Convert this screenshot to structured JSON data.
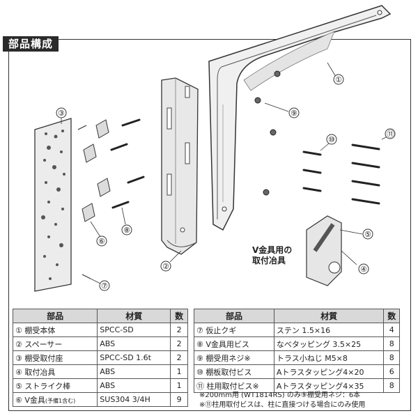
{
  "section_title": "部品構成",
  "callouts": [
    "①",
    "②",
    "③",
    "④",
    "⑤",
    "⑥",
    "⑦",
    "⑧",
    "⑨",
    "⑩",
    "⑪"
  ],
  "vfitting_label": [
    "V金具用の",
    "取付冶具"
  ],
  "table_left": {
    "headers": [
      "部品",
      "材質",
      "数"
    ],
    "rows": [
      {
        "part": "① 棚受本体",
        "material": "SPCC-SD",
        "qty": "2"
      },
      {
        "part": "② スペーサー",
        "material": "ABS",
        "qty": "2"
      },
      {
        "part": "③ 棚受取付座",
        "material": "SPCC-SD 1.6t",
        "qty": "2"
      },
      {
        "part": "④ 取付冶具",
        "material": "ABS",
        "qty": "1"
      },
      {
        "part": "⑤ ストライク棒",
        "material": "ABS",
        "qty": "1"
      },
      {
        "part": "⑥ V金具",
        "part_note": "(予備1含む)",
        "material": "SUS304 3/4H",
        "qty": "9"
      }
    ]
  },
  "table_right": {
    "headers": [
      "部品",
      "材質",
      "数"
    ],
    "rows": [
      {
        "part": "⑦ 仮止クギ",
        "material": "ステン 1.5×16",
        "qty": "4"
      },
      {
        "part": "⑧ V金具用ビス",
        "material": "なべタッピング 3.5×25",
        "qty": "8"
      },
      {
        "part": "⑨ 棚受用ネジ※",
        "material": "トラス小ねじ M5×8",
        "qty": "8"
      },
      {
        "part": "⑩ 棚板取付ビス",
        "material": "Aトラスタッピング4×20",
        "qty": "6"
      },
      {
        "part": "⑪ 柱用取付ビス※",
        "material": "Aトラスタッピング4×35",
        "qty": "8"
      }
    ]
  },
  "notes": [
    "※200mm用 (WT1814RS) のみ⑨棚受用ネジ：6本",
    "※⑪柱用取付ビスは、柱に直接つける場合にのみ使用"
  ]
}
